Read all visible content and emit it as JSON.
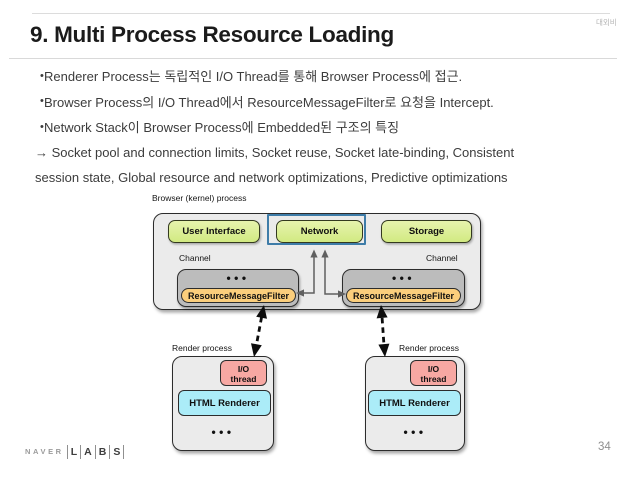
{
  "header": {
    "title": "9. Multi Process Resource Loading",
    "confidential": "대외비"
  },
  "content": {
    "bullets": [
      {
        "marker": "•",
        "text": "Renderer Process는 독립적인 I/O Thread를 통해 Browser Process에 접근."
      },
      {
        "marker": "•",
        "text": "Browser Process의 I/O Thread에서 ResourceMessageFilter로 요청을 Intercept."
      },
      {
        "marker": "•",
        "text": "Network Stack이 Browser Process에 Embedded된 구조의 특징"
      }
    ],
    "note_lines": [
      "→ Socket pool and connection limits, Socket reuse, Socket late-binding, Consistent",
      "session state, Global resource and network optimizations, Predictive optimizations"
    ]
  },
  "diagram": {
    "browser_process_label": "Browser (kernel) process",
    "modules": {
      "user_interface": "User Interface",
      "network": "Network",
      "storage": "Storage"
    },
    "channel_left": "Channel",
    "channel_right": "Channel",
    "ellipsis": "•••",
    "filter_left": "ResourceMessageFilter",
    "filter_right": "ResourceMessageFilter",
    "render_process_left": "Render process",
    "render_process_right": "Render process",
    "io_thread_line1": "I/O",
    "io_thread_line2": "thread",
    "html_renderer_left": "HTML Renderer",
    "html_renderer_right": "HTML Renderer",
    "colors": {
      "module_fill": "#d9ee93",
      "network_highlight": "#3e7ca8",
      "channel_fill": "#bcbcbc",
      "filter_fill": "#fbce7c",
      "io_thread_fill": "#f7a8a3",
      "html_renderer_fill": "#abecf8",
      "process_fill": "#ebebeb"
    }
  },
  "footer": {
    "brand": "NAVER",
    "labs_letters": [
      "L",
      "A",
      "B",
      "S"
    ],
    "page_number": "34"
  }
}
